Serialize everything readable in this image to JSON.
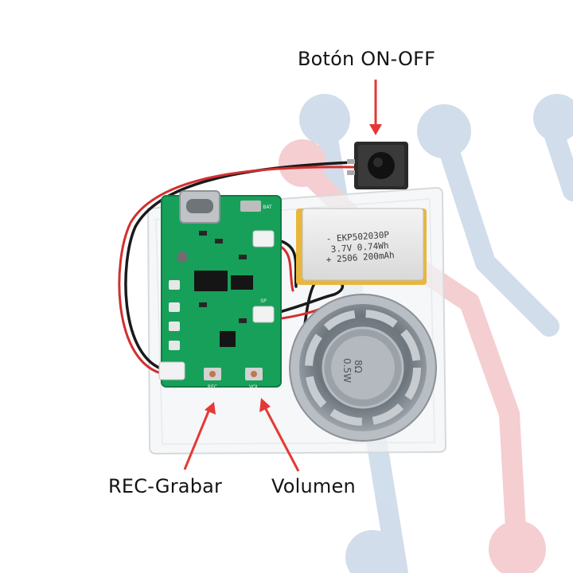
{
  "labels": {
    "on_off": "Botón ON-OFF",
    "rec": "REC-Grabar",
    "volume": "Volumen"
  },
  "battery": {
    "line1": "- EKP502030P",
    "line2": "3.7V 0.74Wh",
    "line3": "+ 2506 200mAh"
  },
  "speaker": {
    "line1": "8Ω",
    "line2": "0.5W"
  },
  "pcb": {
    "rec_silk": "REC",
    "vol_silk": "VOL",
    "bat_silk": "BAT",
    "sp_silk": "SP"
  },
  "colors": {
    "arrow": "#e53935",
    "pcb": "#17a05a",
    "bg_blue": "#c9d8e8",
    "bg_red": "#f3c6c9"
  }
}
